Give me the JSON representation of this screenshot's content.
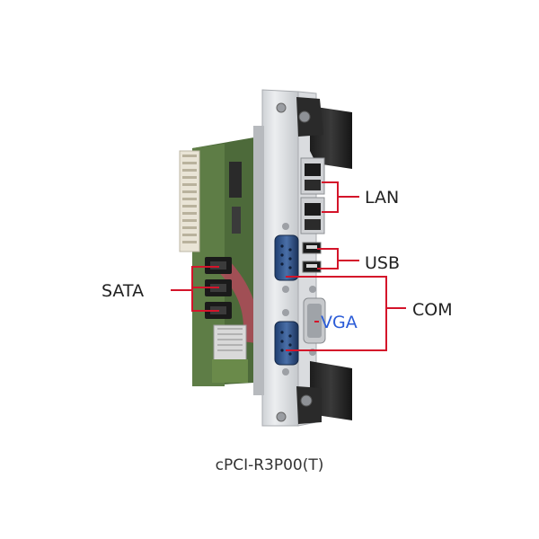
{
  "labels": {
    "lan": "LAN",
    "usb": "USB",
    "com": "COM",
    "vga": "VGA",
    "sata": "SATA"
  },
  "caption": "cPCI-R3P00(T)",
  "colors": {
    "callout": "#d4142a",
    "vga_text": "#2a5bd7"
  }
}
